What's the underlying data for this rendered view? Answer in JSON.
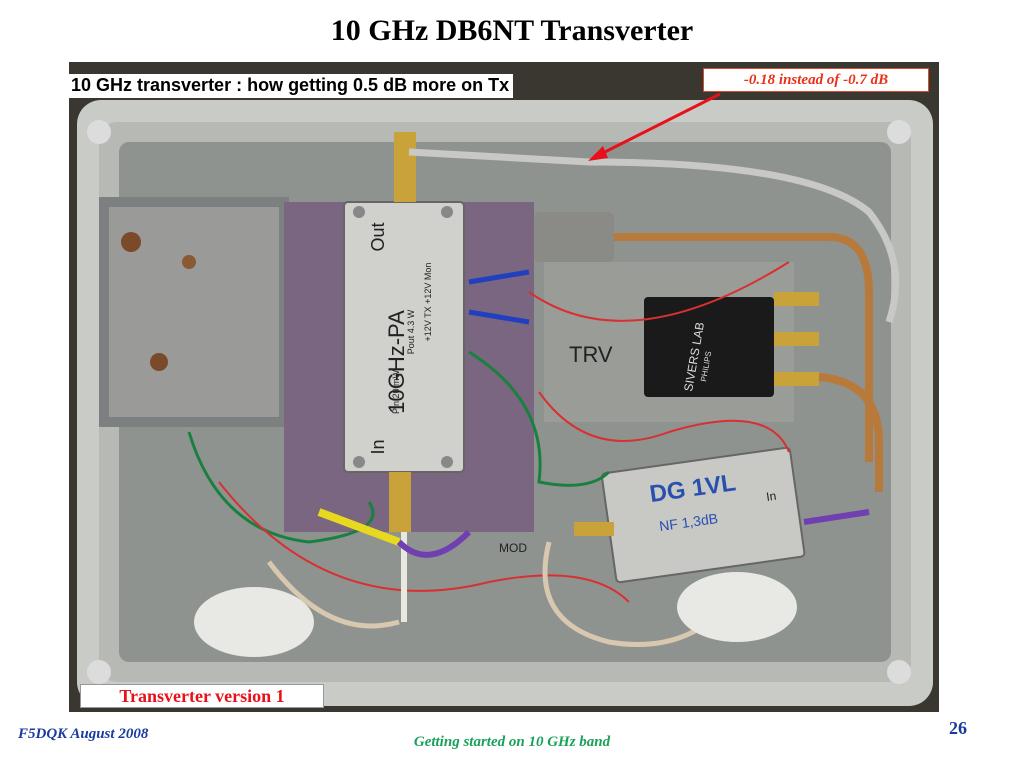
{
  "slide": {
    "title": "10 GHz DB6NT Transverter",
    "subtitle": "10 GHz transverter : how getting 0.5 dB more on Tx",
    "callout": "-0.18 instead of -0.7 dB",
    "caption": "Transverter version 1",
    "footer_left": "F5DQK August 2008",
    "footer_center": "Getting started on 10 GHz band",
    "page_number": "26"
  },
  "photo_labels": {
    "pa_name": "10GHz-PA",
    "pa_in": "In",
    "pa_out": "Out",
    "pa_pins": "+12V TX   +12V   Mon",
    "pa_pin_in": "Pin 20 mW",
    "pa_pout": "Pout 4.3 W",
    "lna_name": "DG 1VL",
    "lna_nf": "NF 1,3dB",
    "lna_in": "In",
    "relay_brand": "SIVERS LAB",
    "relay_sub": "PHILIPS",
    "trv": "TRV",
    "mod_label": "MOD"
  },
  "colors": {
    "callout_text": "#e8311a",
    "caption_text": "#e8101a",
    "footer_left": "#1a3aa0",
    "footer_center": "#1aa05a",
    "arrow": "#e8101a"
  }
}
